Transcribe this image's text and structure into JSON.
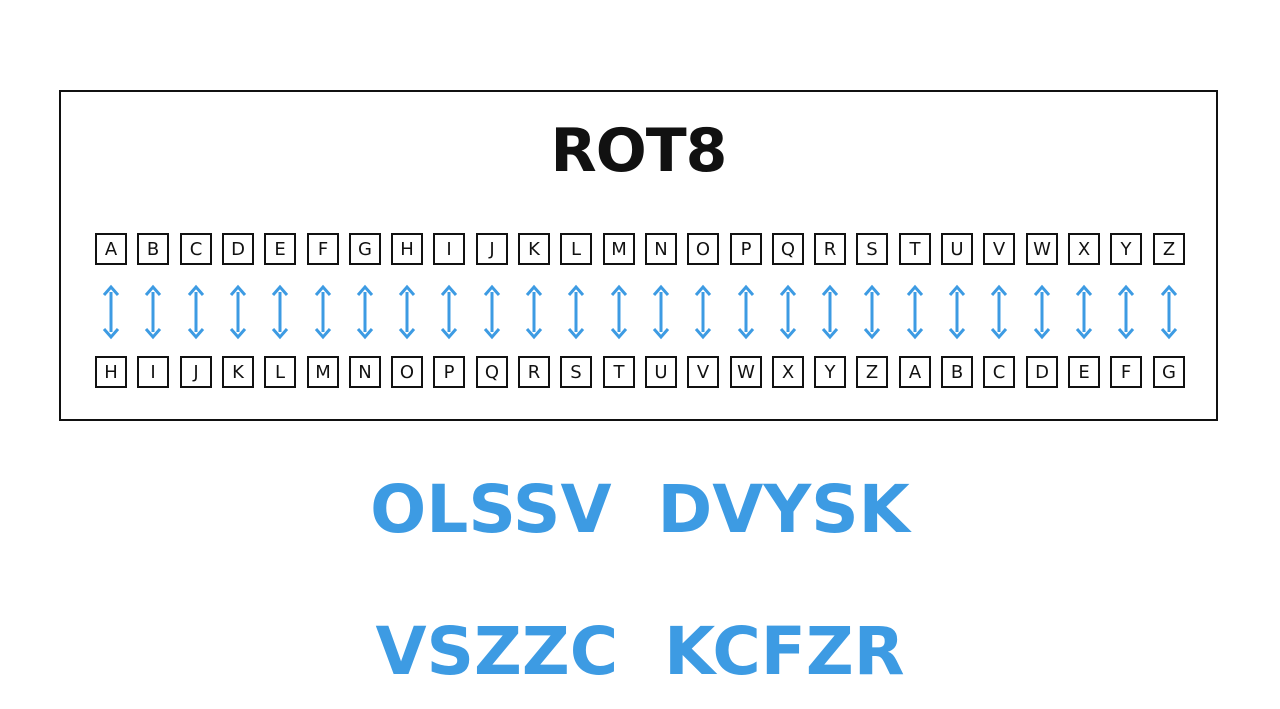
{
  "title": "ROT8",
  "plain_alphabet": [
    "A",
    "B",
    "C",
    "D",
    "E",
    "F",
    "G",
    "H",
    "I",
    "J",
    "K",
    "L",
    "M",
    "N",
    "O",
    "P",
    "Q",
    "R",
    "S",
    "T",
    "U",
    "V",
    "W",
    "X",
    "Y",
    "Z"
  ],
  "shifted_alphabet": [
    "H",
    "I",
    "J",
    "K",
    "L",
    "M",
    "N",
    "O",
    "P",
    "Q",
    "R",
    "S",
    "T",
    "U",
    "V",
    "W",
    "X",
    "Y",
    "Z",
    "A",
    "B",
    "C",
    "D",
    "E",
    "F",
    "G"
  ],
  "cipher_lines": [
    "OLSSV  DVYSK",
    "VSZZC  KCFZR"
  ],
  "colors": {
    "accent": "#3d9be3",
    "ink": "#111111"
  },
  "icons": {
    "mapping_arrow": "double-headed-vertical-arrow-icon"
  }
}
